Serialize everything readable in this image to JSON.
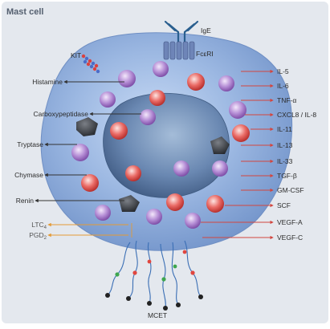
{
  "title": "Mast cell",
  "receptors": {
    "ige": "IgE",
    "fceri": "FcεRI",
    "kit": "KIT"
  },
  "left_mediators": [
    "Histamine",
    "Carboxypeptidase",
    "Tryptase",
    "Chymase",
    "Renin"
  ],
  "lipid_mediators": {
    "ltc4_main": "LTC",
    "ltc4_sub": "4",
    "pgd2_main": "PGD",
    "pgd2_sub": "2"
  },
  "right_mediators": [
    "IL-5",
    "IL-6",
    "TNF-α",
    "CXCL8 / IL-8",
    "IL-11",
    "IL-13",
    "IL-33",
    "TGF-β",
    "GM-CSF",
    "SCF",
    "VEGF-A",
    "VEGF-C"
  ],
  "bottom_label": "MCET",
  "colors": {
    "background_panel": "#e4e8ee",
    "cell_body": "#8ea9d8",
    "nucleus": "#4f6e98",
    "arrow_dark": "#333333",
    "arrow_red": "#d2463f",
    "arrow_orange": "#e39a36",
    "granule_purple": "#9b6fc0",
    "granule_red": "#d9413f"
  }
}
